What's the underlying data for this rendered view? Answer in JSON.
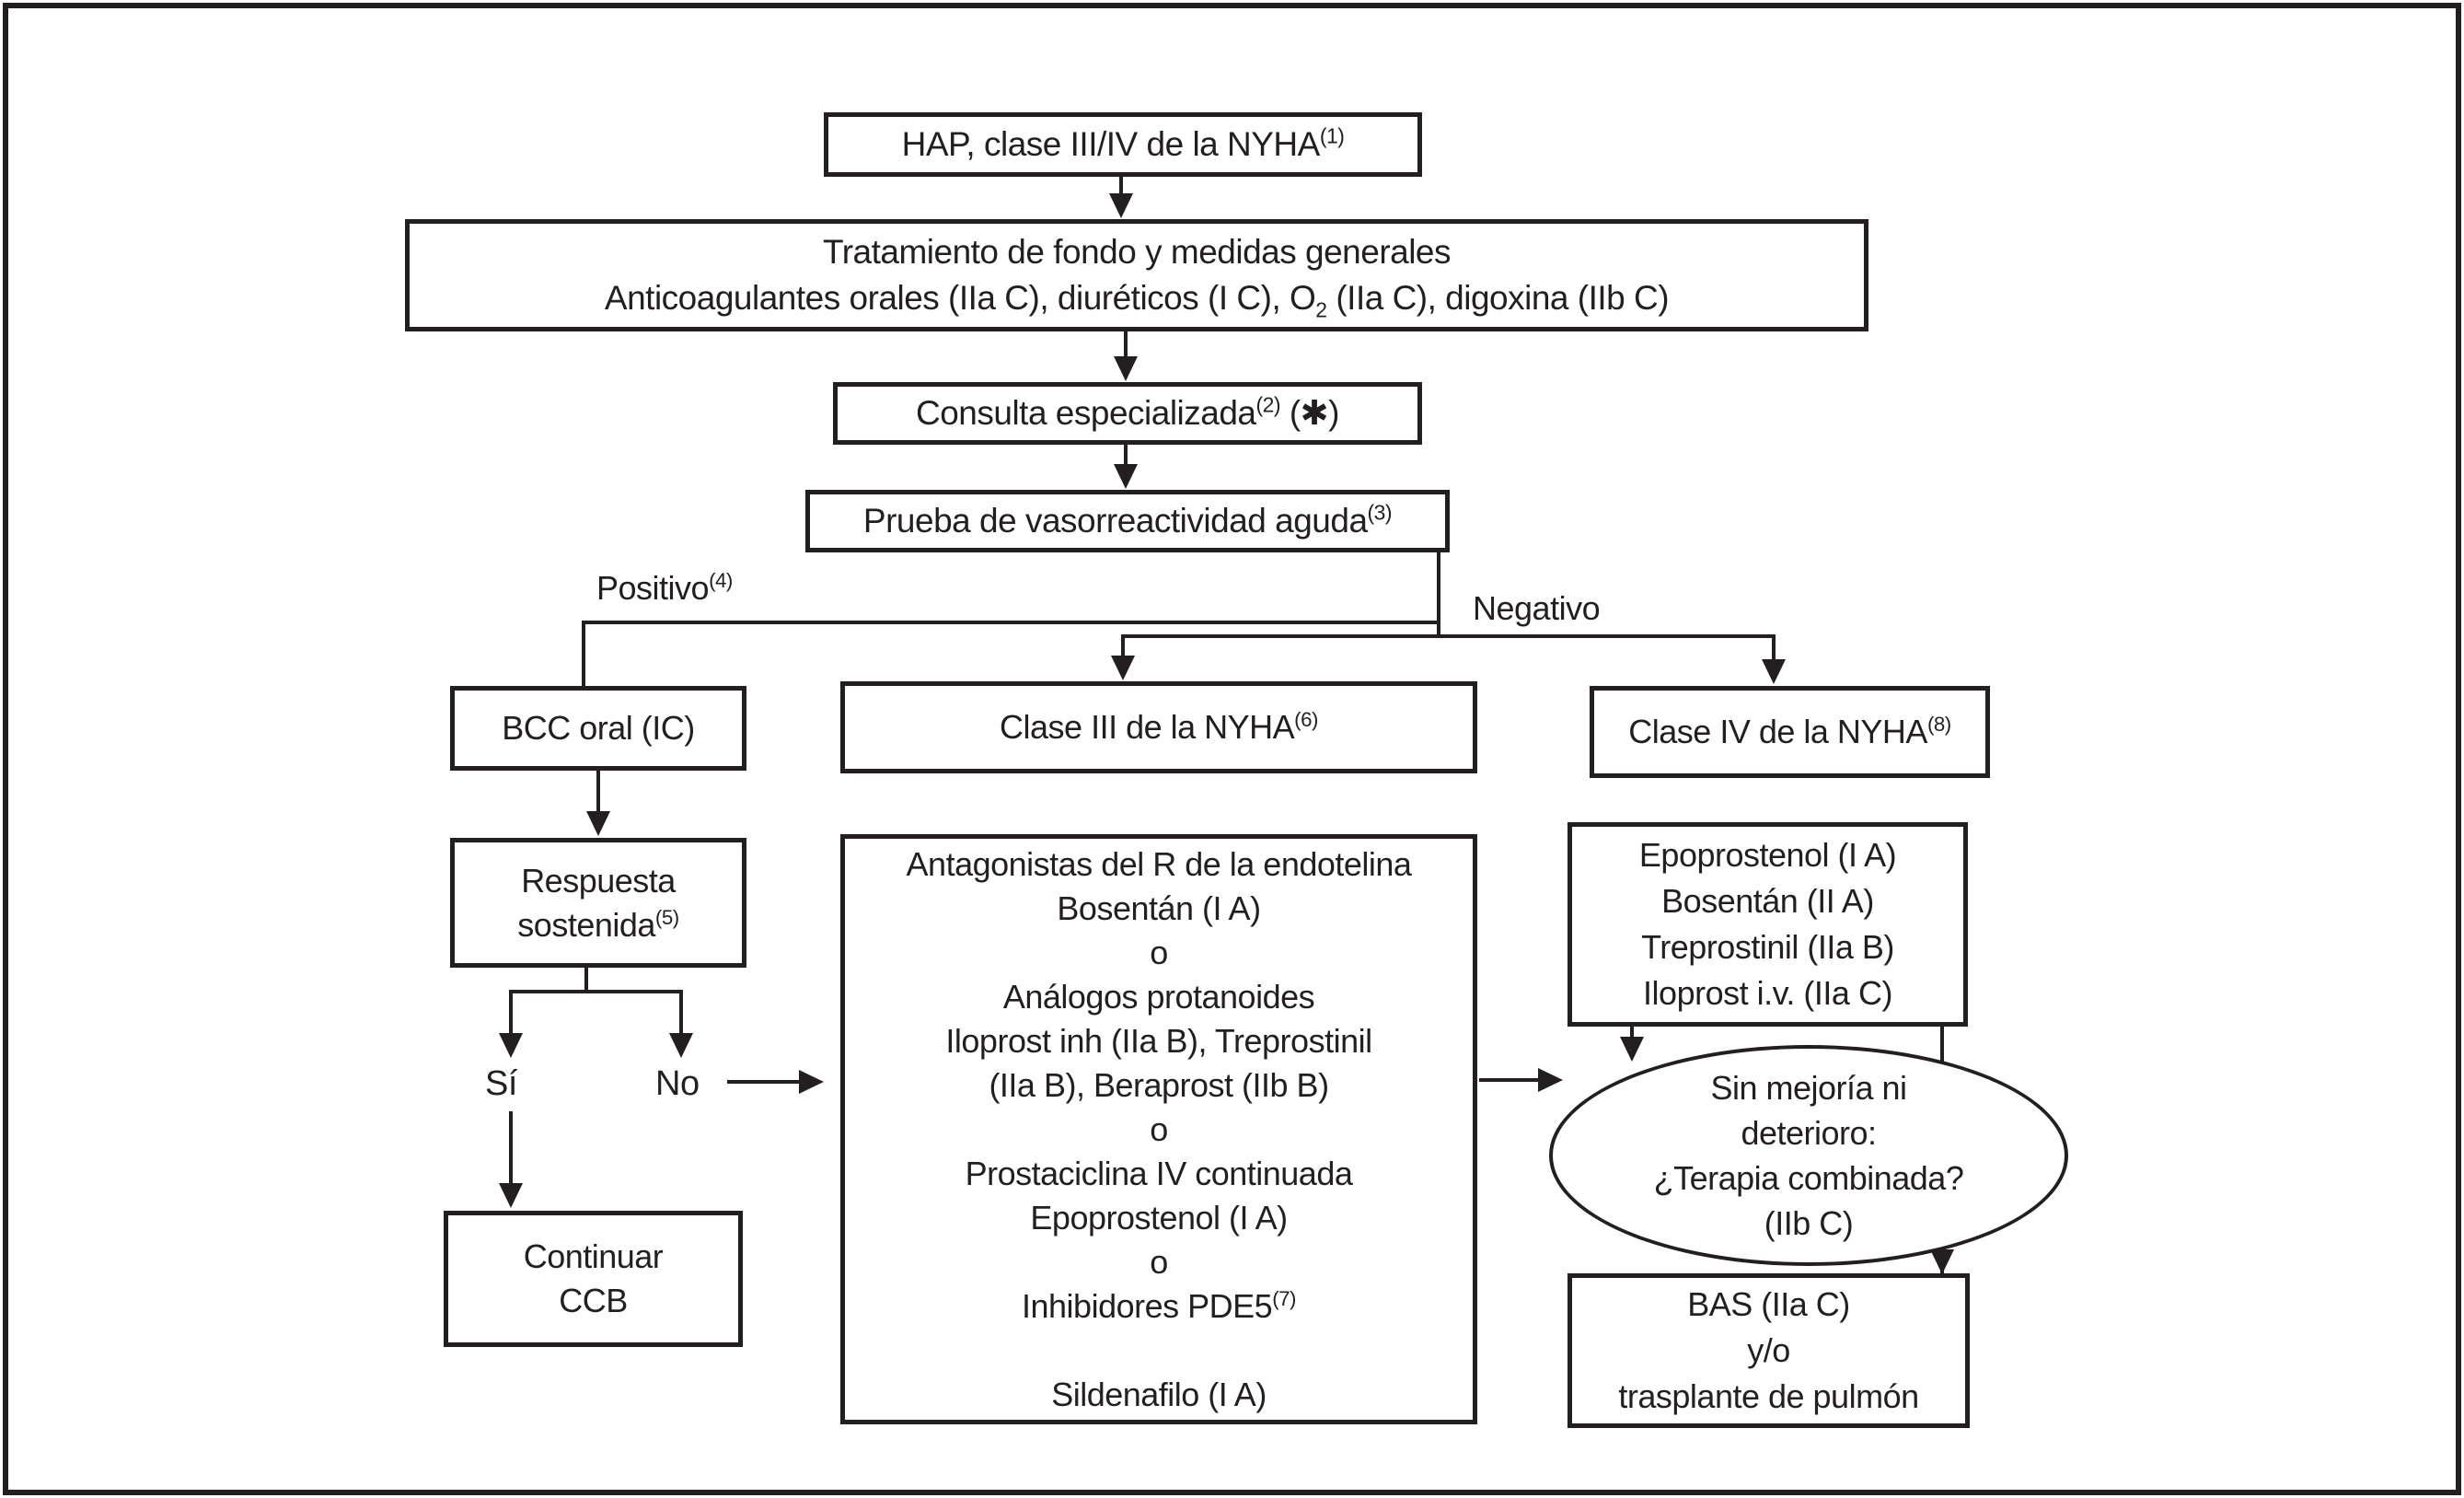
{
  "figure": {
    "colors": {
      "ink": "#231f20",
      "background": "#ffffff"
    },
    "nodes": {
      "hap": {
        "text": "HAP, clase III/IV de la NYHA",
        "sup": "(1)"
      },
      "tratamiento": {
        "line1": "Tratamiento de fondo y medidas generales",
        "line2_pre": "Anticoagulantes orales (IIa C), diuréticos (I C), O",
        "line2_sub": "2",
        "line2_post": " (IIa C), digoxina (IIb C)"
      },
      "consulta": {
        "text": "Consulta especializada",
        "sup": "(2)",
        "post": " (✱)"
      },
      "prueba": {
        "text": "Prueba de vasorreactividad aguda",
        "sup": "(3)"
      },
      "bcc": {
        "text": "BCC oral (IC)"
      },
      "clase3": {
        "text": "Clase III de la NYHA",
        "sup": "(6)"
      },
      "clase4": {
        "text": "Clase IV de la NYHA",
        "sup": "(8)"
      },
      "respuesta": {
        "line1": "Respuesta",
        "line2": "sostenida",
        "sup": "(5)"
      },
      "continuar": {
        "line1": "Continuar",
        "line2": "CCB"
      },
      "tratamiento_clase3": {
        "lines": [
          {
            "text": "Antagonistas del R de la endotelina"
          },
          {
            "text": "Bosentán (I A)"
          },
          {
            "text": "o"
          },
          {
            "text": "Análogos protanoides"
          },
          {
            "text": "Iloprost inh (IIa B), Treprostinil"
          },
          {
            "text": "(IIa B), Beraprost (IIb B)"
          },
          {
            "text": "o"
          },
          {
            "text": "Prostaciclina IV continuada"
          },
          {
            "text": "Epoprostenol (I A)"
          },
          {
            "text": "o"
          },
          {
            "text": "Inhibidores PDE5",
            "sup": "(7)"
          },
          {
            "text": ""
          },
          {
            "text": "Sildenafilo (I A)"
          }
        ]
      },
      "clase4_farmacos": {
        "lines": [
          {
            "text": "Epoprostenol (I A)"
          },
          {
            "text": "Bosentán (II A)"
          },
          {
            "text": "Treprostinil (IIa B)"
          },
          {
            "text": "Iloprost i.v. (IIa C)"
          }
        ]
      },
      "terapia_combinada": {
        "lines": [
          {
            "text": "Sin mejoría ni"
          },
          {
            "text": "deterioro:"
          },
          {
            "text": "¿Terapia combinada?"
          },
          {
            "text": "(IIb C)"
          }
        ]
      },
      "bas": {
        "lines": [
          {
            "text": "BAS (IIa C)"
          },
          {
            "text": "y/o"
          },
          {
            "text": "trasplante de pulmón"
          }
        ]
      }
    },
    "edge_labels": {
      "positivo": {
        "text": "Positivo",
        "sup": "(4)"
      },
      "negativo": {
        "text": "Negativo"
      },
      "si": {
        "text": "Sí"
      },
      "no": {
        "text": "No"
      }
    }
  }
}
